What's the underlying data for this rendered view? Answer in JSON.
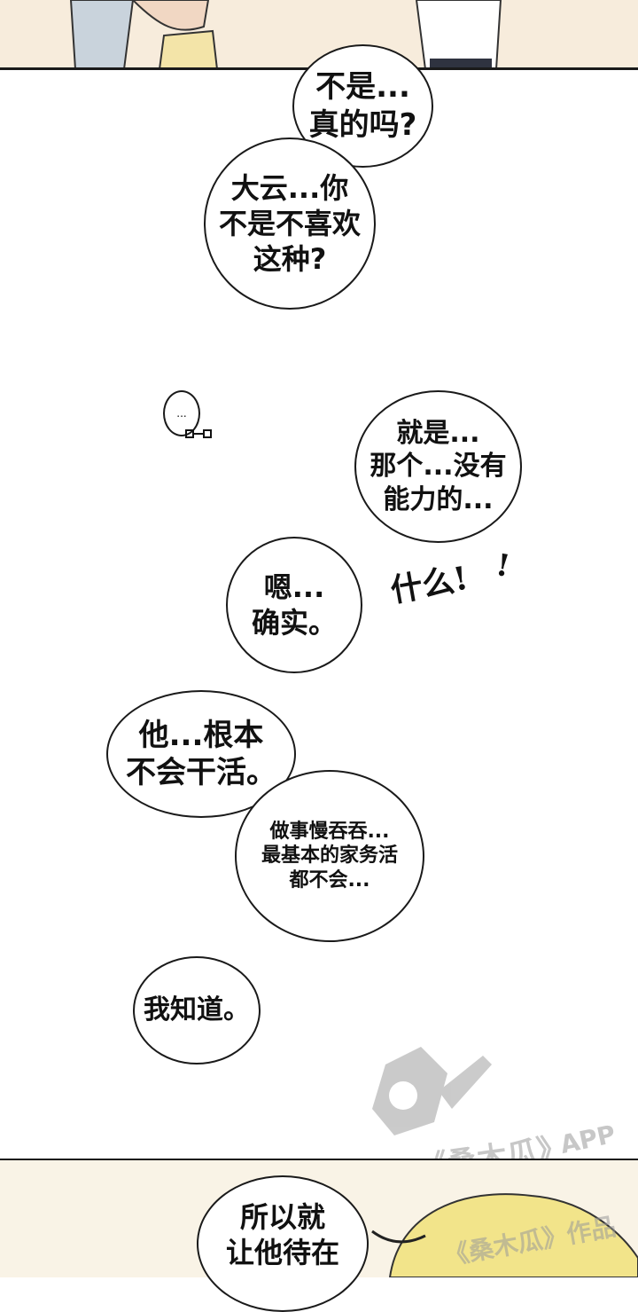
{
  "bubbles": {
    "b1": "不是...\n真的吗?",
    "b2": "大云...你\n不是不喜欢\n这种?",
    "b3": "...",
    "b4": "就是...\n那个...没有\n能力的...",
    "b5": "嗯...\n确实。",
    "b6": "他...根本\n不会干活。",
    "b7": "做事慢吞吞...\n最基本的家务活\n都不会...",
    "b8": "我知道。",
    "b9": "所以就\n让他待在"
  },
  "sfx": {
    "what": "什么!",
    "exclaim": "!"
  },
  "watermark": {
    "text": "《桑木瓜》",
    "app": "APP",
    "sub": "《桑木瓜》作品"
  }
}
